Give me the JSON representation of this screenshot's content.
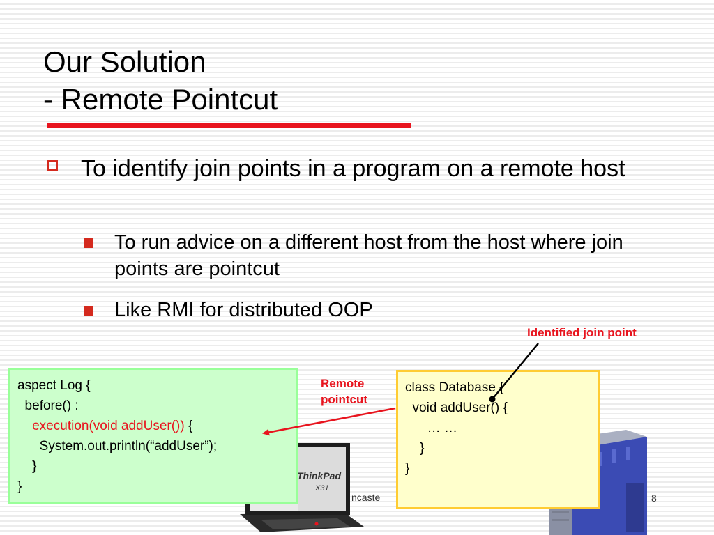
{
  "slide": {
    "title_line1": "Our Solution",
    "title_line2": "- Remote Pointcut",
    "bullet_main": "To identify join points in a program on a remote host",
    "sub_bullets": [
      "To run advice on a different host from the host where join points are pointcut",
      "Like RMI for distributed OOP"
    ],
    "annotation_identified": "Identified join point",
    "annotation_remote_line1": "Remote",
    "annotation_remote_line2": "pointcut",
    "code_aspect": {
      "line1": "aspect Log {",
      "line2": "  before() :",
      "line3_red": "    execution(void addUser())",
      "line3_rest": " {",
      "line4": "      System.out.println(“addUser”);",
      "line5": "    }",
      "line6": "}"
    },
    "code_class": {
      "line1": "class Database {",
      "line2": "  void addUser() {",
      "line3": "",
      "line4": "      … …",
      "line5": "    }",
      "line6": "}"
    },
    "laptop_label": "ThinkPad",
    "laptop_model": "X31",
    "footer_partial": "ncaste",
    "page_number": "8"
  },
  "colors": {
    "accent_red": "#e8141e",
    "code_left_bg": "#ccffcc",
    "code_left_border": "#99ff99",
    "code_right_bg": "#ffffcc",
    "code_right_border": "#ffcc33"
  }
}
